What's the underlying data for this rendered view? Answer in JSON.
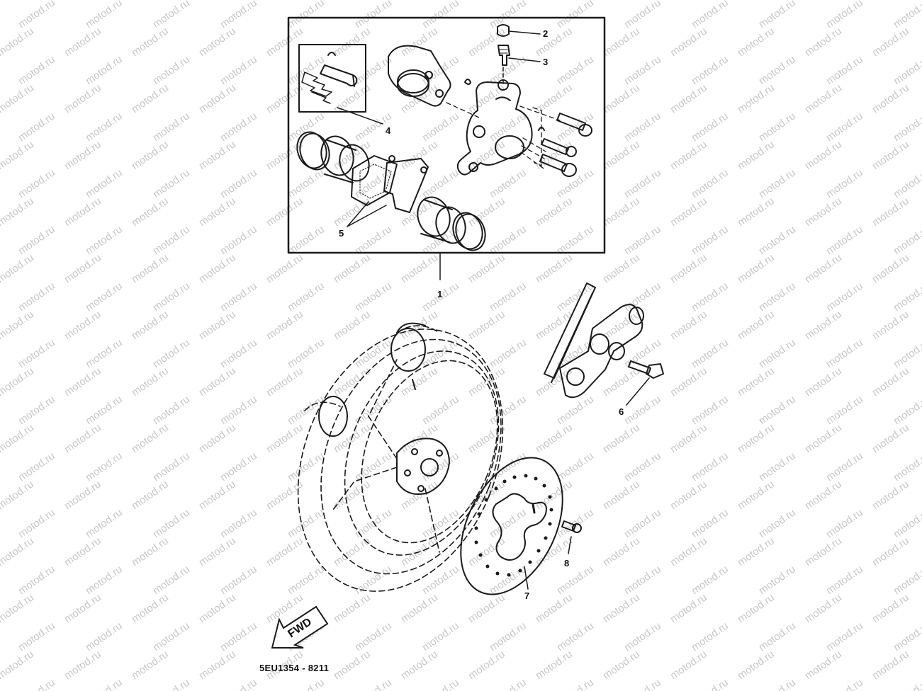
{
  "watermark": {
    "text": "motod.ru"
  },
  "callouts": {
    "c1": "1",
    "c2": "2",
    "c3": "3",
    "c4": "4",
    "c5": "5",
    "c6": "6",
    "c7": "7",
    "c8": "8"
  },
  "forward_arrow": {
    "label": "FWD"
  },
  "drawing_code": "5EU1354 - 8211",
  "colors": {
    "line": "#1a1a1a",
    "watermark": "#c8c8c8",
    "background": "#ffffff"
  }
}
